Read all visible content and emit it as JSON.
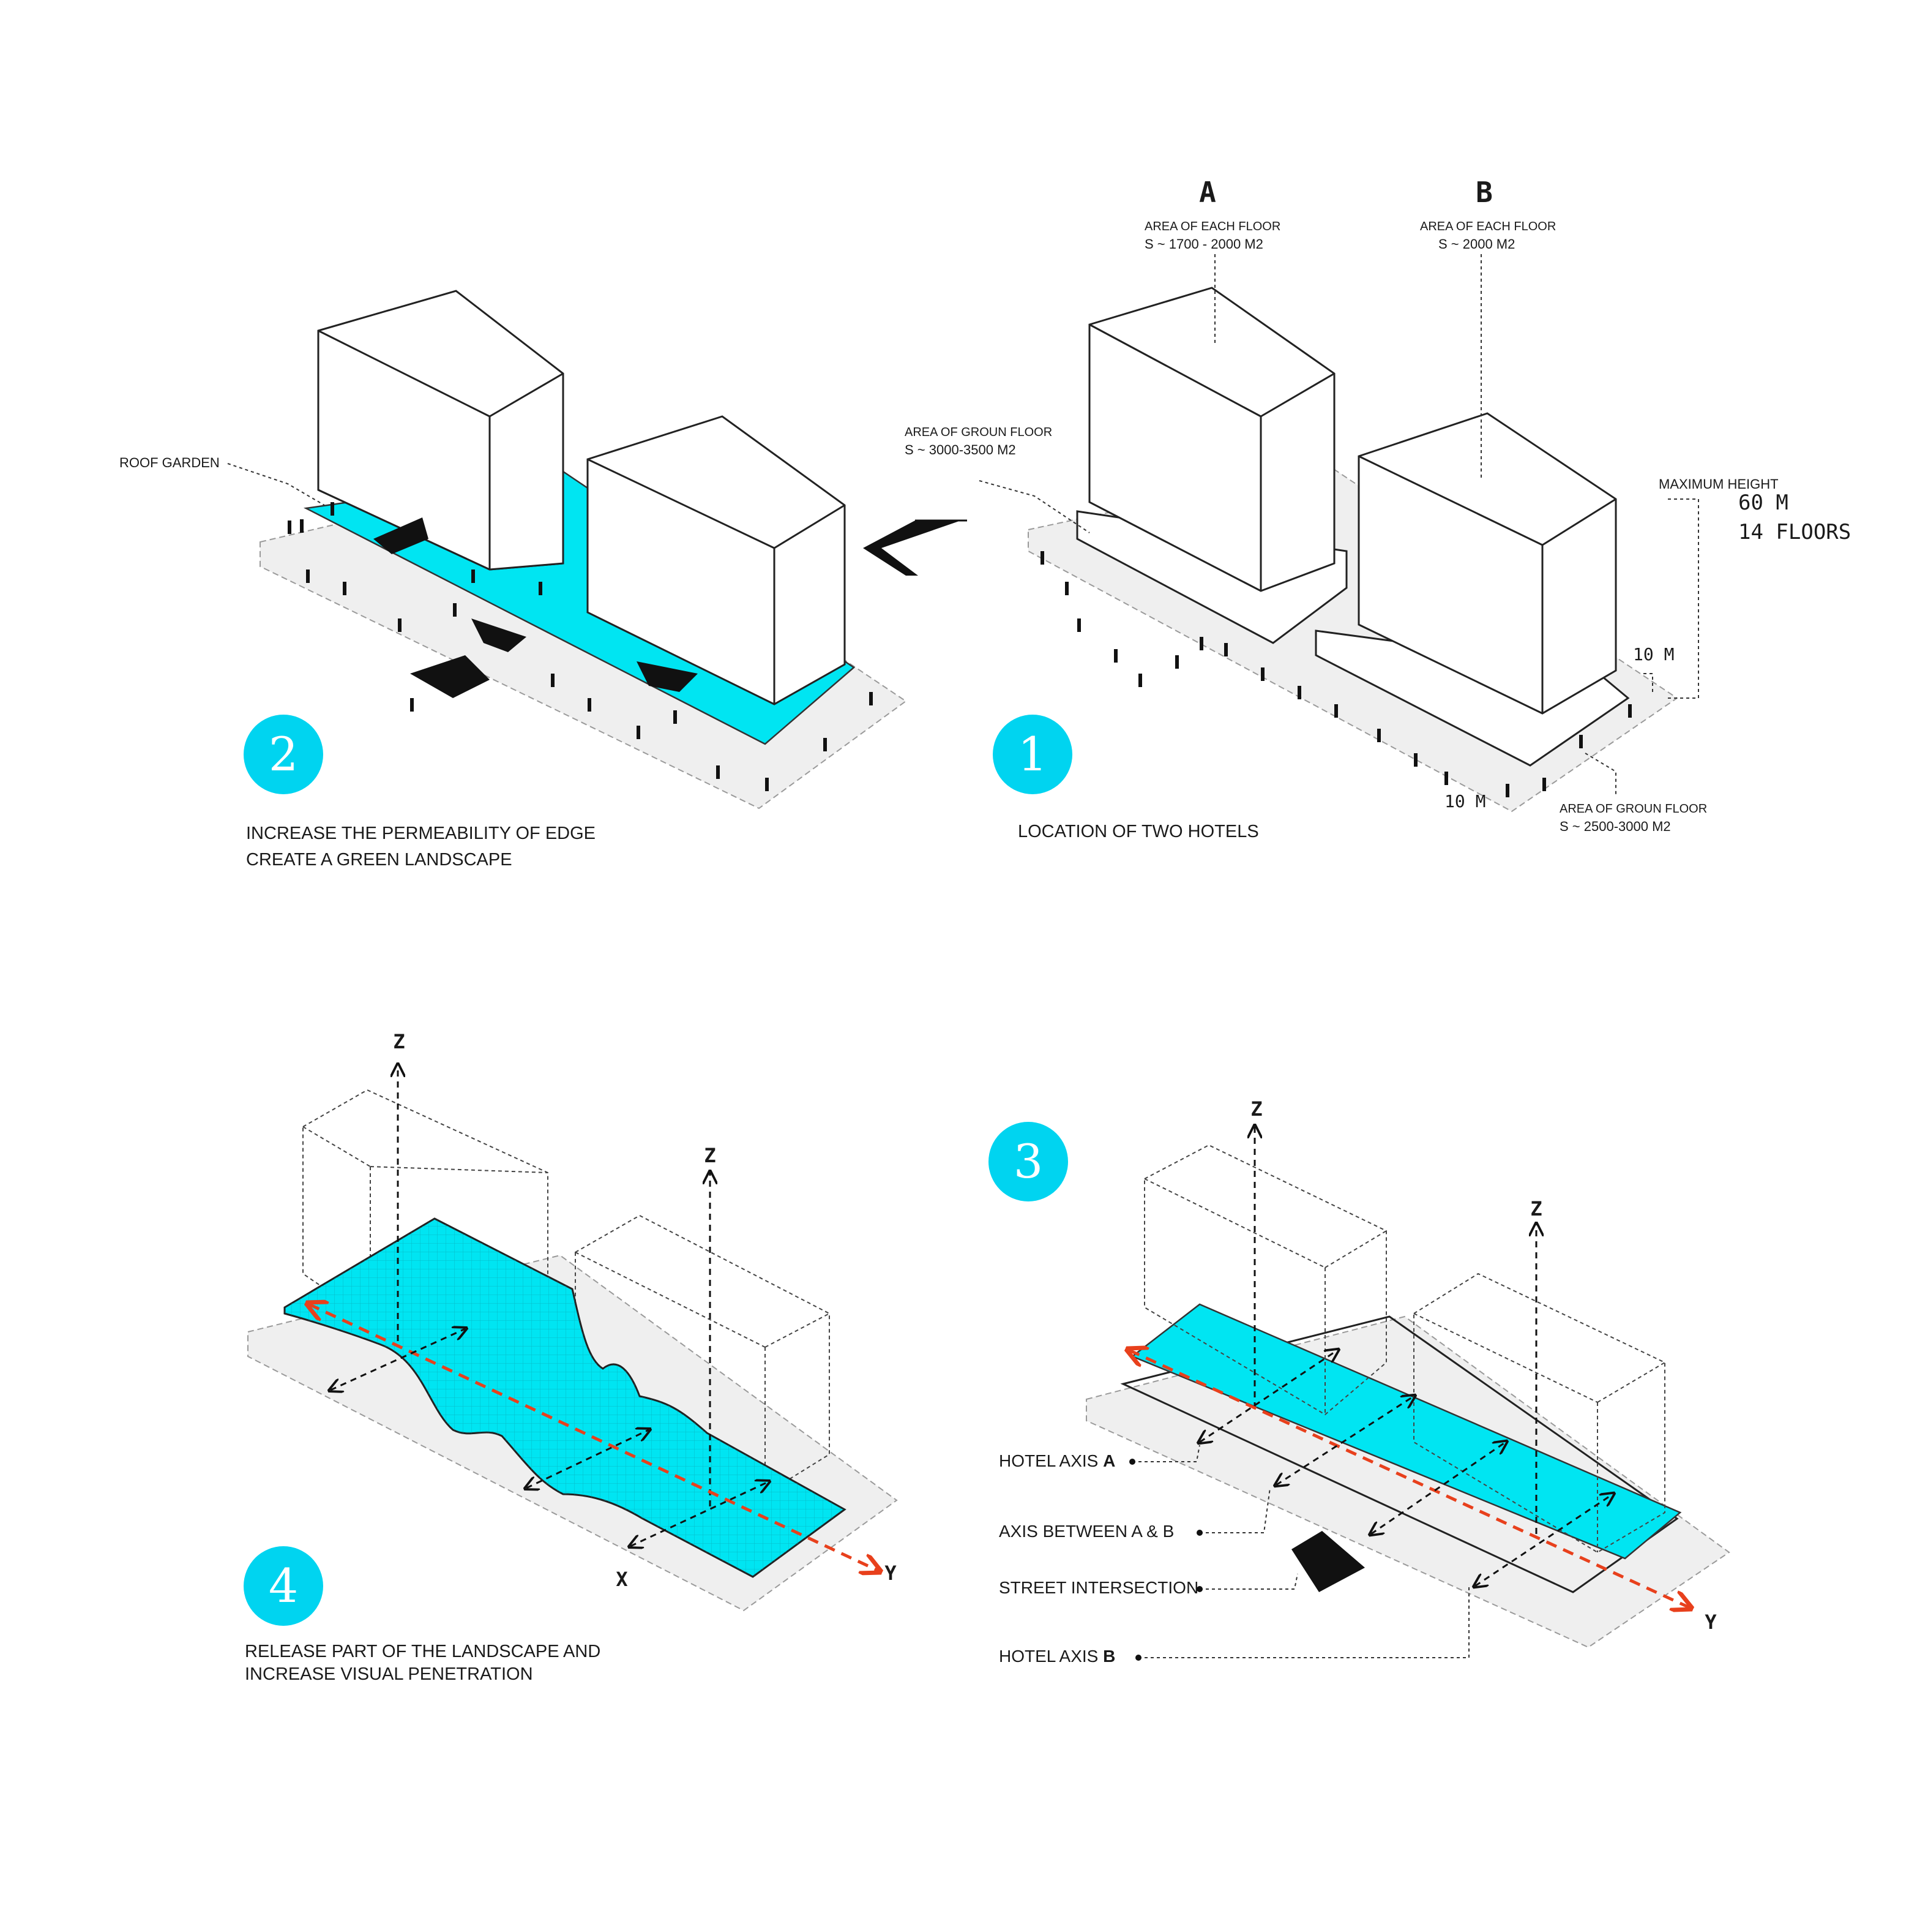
{
  "colors": {
    "cyan": "#00e5f2",
    "accent_red": "#e8401c",
    "ground": "#efefef",
    "number_badge": "#00d4f0"
  },
  "panel1": {
    "number": "1",
    "caption": "LOCATION OF TWO HOTELS",
    "label_a": "A",
    "label_b": "B",
    "a_area_line1": "AREA OF EACH FLOOR",
    "a_area_line2": "S ~ 1700 - 2000 M2",
    "b_area_line1": "AREA OF EACH FLOOR",
    "b_area_line2": "S ~  2000 M2",
    "ground_a_line1": "AREA OF GROUN FLOOR",
    "ground_a_line2": "S ~ 3000-3500 M2",
    "ground_b_line1": "AREA OF GROUN FLOOR",
    "ground_b_line2": "S ~ 2500-3000 M2",
    "max_height_title": "MAXIMUM HEIGHT",
    "max_height_value": "60 M",
    "max_height_floors": "14 FLOORS",
    "dim_height": "10 M",
    "dim_width": "10 M"
  },
  "panel2": {
    "number": "2",
    "caption_line1": "INCREASE THE PERMEABILITY OF EDGE",
    "caption_line2": "CREATE A GREEN LANDSCAPE",
    "roof_garden_label": "ROOF GARDEN"
  },
  "panel3": {
    "number": "3",
    "z1": "Z",
    "z2": "Z",
    "y": "Y",
    "legend": [
      {
        "text": "HOTEL AXIS ",
        "bold": "A"
      },
      {
        "text": "AXIS BETWEEN  A & B",
        "bold": ""
      },
      {
        "text": "STREET INTERSECTION",
        "bold": ""
      },
      {
        "text": "HOTEL AXIS ",
        "bold": "B"
      }
    ]
  },
  "panel4": {
    "number": "4",
    "caption_line1": "RELEASE PART OF THE LANDSCAPE AND",
    "caption_line2": "INCREASE VISUAL PENETRATION",
    "z1": "Z",
    "z2": "Z",
    "x": "X",
    "y": "Y"
  }
}
